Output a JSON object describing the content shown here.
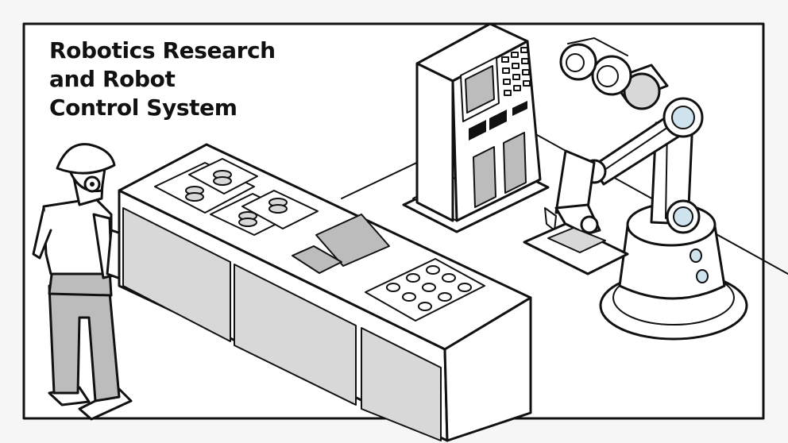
{
  "title": {
    "lines": [
      "Robotics Research",
      "and Robot",
      "Control System"
    ]
  },
  "colors": {
    "background": "#f6f6f6",
    "frame": "#ffffff",
    "outline": "#111111",
    "light_gray": "#d8d8d8",
    "mid_gray": "#bcbcbc",
    "accent_blue": "#cfe3ee"
  },
  "icons": [
    "worker",
    "control-console",
    "control-cabinet",
    "robot-arm"
  ]
}
